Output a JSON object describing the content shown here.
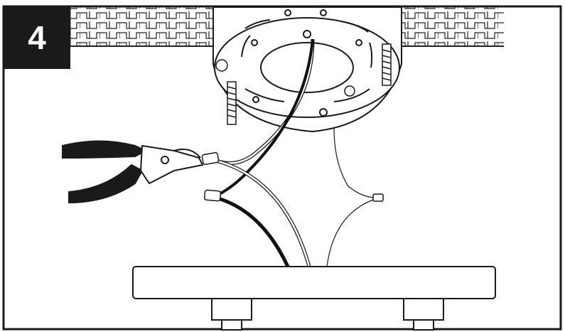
{
  "step": {
    "number": "4"
  },
  "colors": {
    "ink": "#1a1a1a",
    "paper": "#ffffff",
    "wire_black": "#111111"
  },
  "components": {
    "ceiling": "ceiling-pattern",
    "mounting_bracket": "mounting-bracket",
    "pliers": "pliers-icon",
    "wire_nuts": "wire-nut-icon",
    "canopy": "canopy-plate"
  }
}
